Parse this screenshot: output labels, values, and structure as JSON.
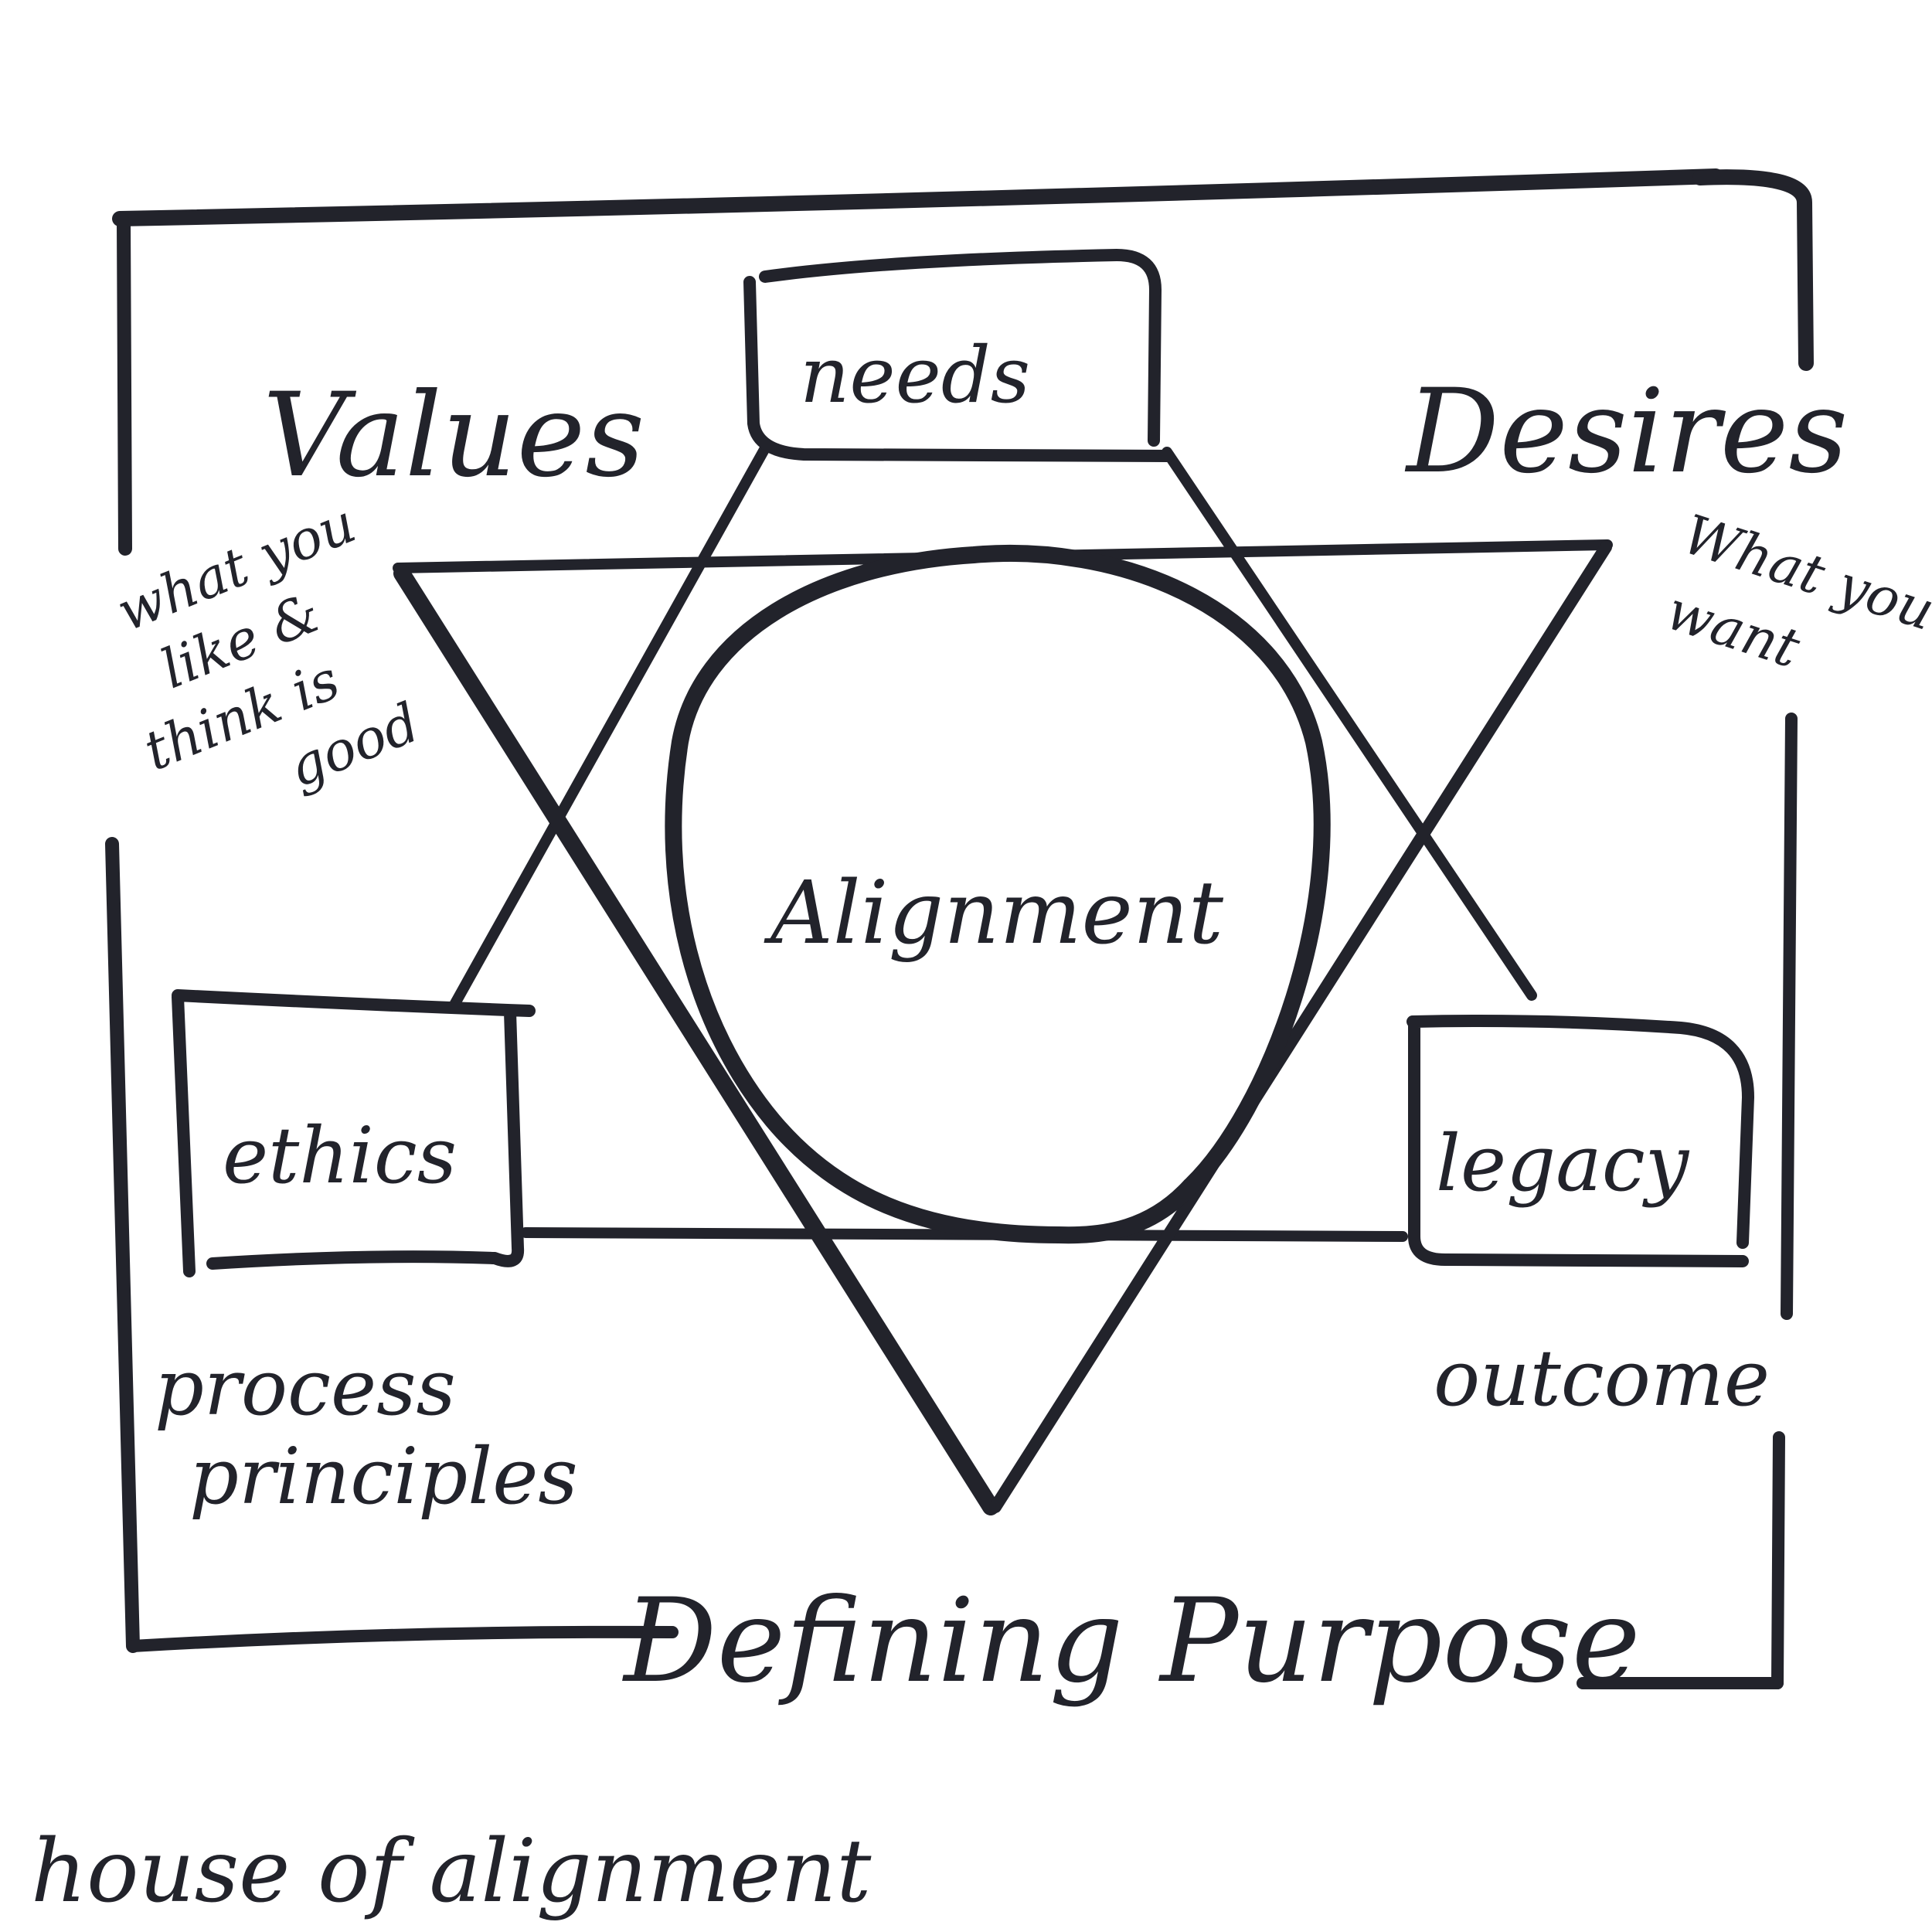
{
  "diagram": {
    "center": "Alignment",
    "nodes": {
      "needs": "needs",
      "ethics": "ethics",
      "legacy": "legacy"
    },
    "corners": {
      "values": {
        "title": "Values",
        "note": [
          "what you",
          "like &",
          "think is",
          "good"
        ]
      },
      "desires": {
        "title": "Desires",
        "note": [
          "What you",
          "want"
        ]
      },
      "process": [
        "process",
        "principles"
      ],
      "outcome": "outcome"
    },
    "bottom_title": "Defining Purpose",
    "caption": "house of alignment"
  },
  "colors": {
    "ink": "#22232b",
    "background": "#ffffff"
  }
}
